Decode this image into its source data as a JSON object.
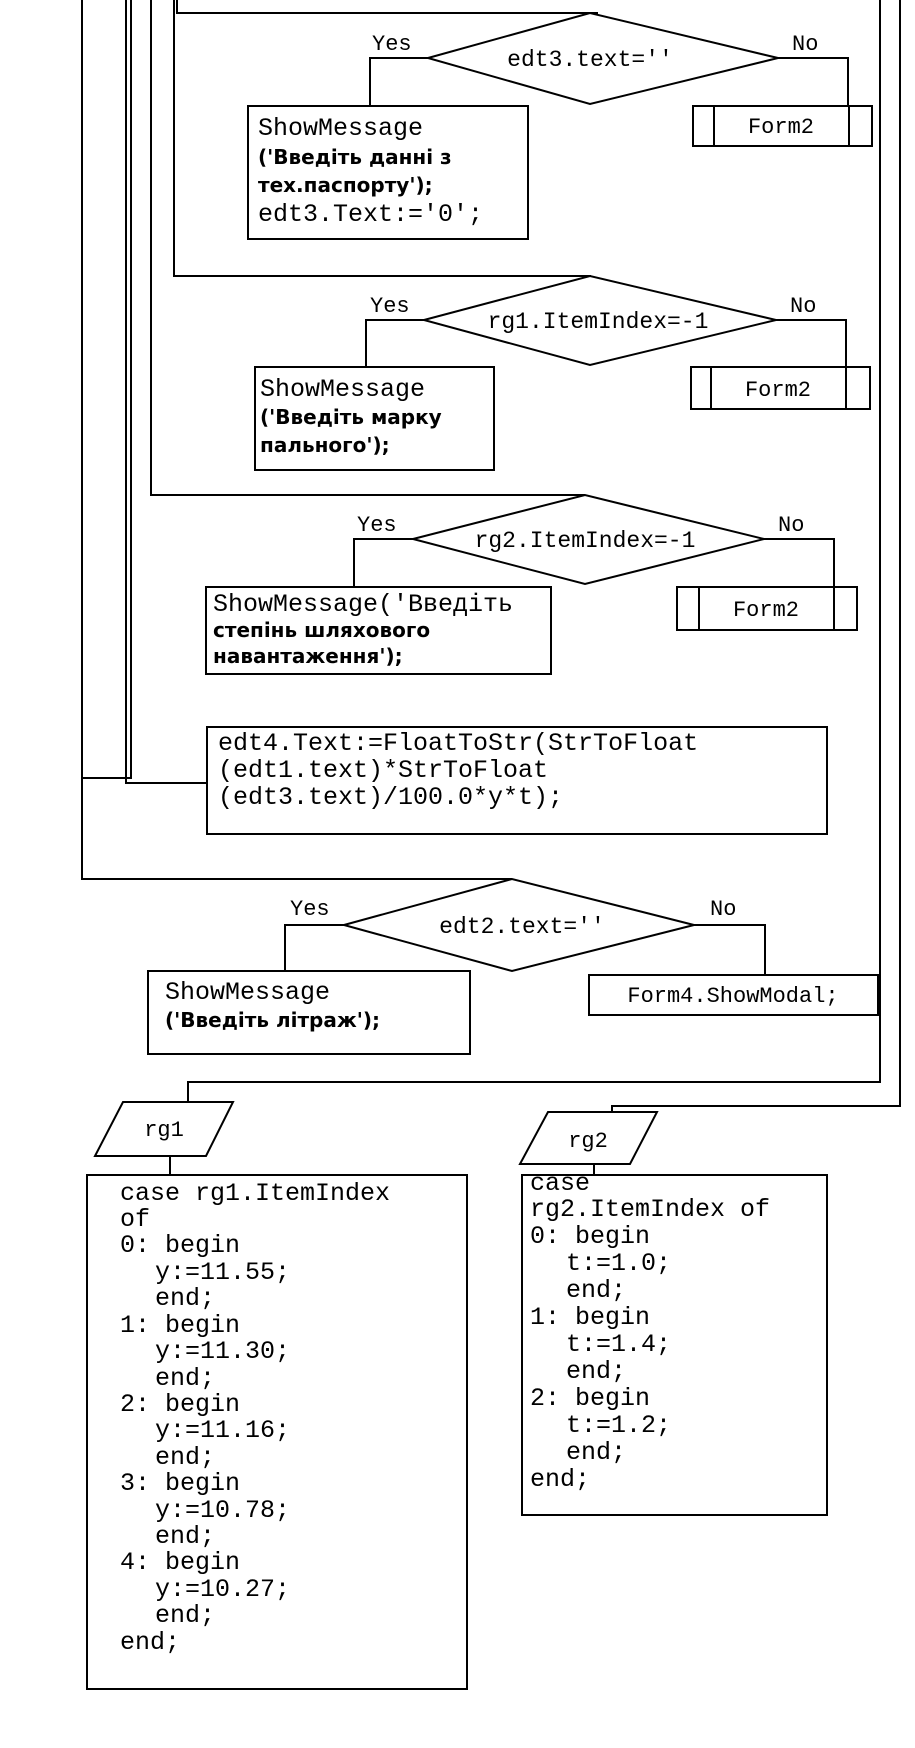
{
  "labels": {
    "yes": "Yes",
    "no": "No"
  },
  "decision1": {
    "condition": "edt3.text=''",
    "message_lines": [
      "ShowMessage",
      "('Введіть данні з",
      "тех.паспорту');",
      "edt3.Text:='0';"
    ],
    "no_action": "Form2"
  },
  "decision2": {
    "condition": "rg1.ItemIndex=-1",
    "message_lines": [
      "ShowMessage",
      "('Введіть марку",
      "пального');"
    ],
    "no_action": "Form2"
  },
  "decision3": {
    "condition": "rg2.ItemIndex=-1",
    "message_lines": [
      "ShowMessage('Введіть",
      "степінь шляхового",
      "навантаження');"
    ],
    "no_action": "Form2"
  },
  "compute": {
    "lines": [
      "edt4.Text:=FloatToStr(StrToFloat",
      "(edt1.text)*StrToFloat",
      "(edt3.text)/100.0*y*t);"
    ]
  },
  "decision4": {
    "condition": "edt2.text=''",
    "message_lines": [
      "ShowMessage",
      "('Введіть літраж');"
    ],
    "no_action": "Form4.ShowModal;"
  },
  "io1": {
    "label": "rg1"
  },
  "io2": {
    "label": "rg2"
  },
  "case1": {
    "lines": [
      "case rg1.ItemIndex",
      "of",
      "0: begin",
      "y:=11.55;",
      "end;",
      "1: begin",
      "y:=11.30;",
      "end;",
      "2: begin",
      "y:=11.16;",
      "end;",
      "3: begin",
      "y:=10.78;",
      "end;",
      "4: begin",
      "y:=10.27;",
      "end;",
      "end;"
    ]
  },
  "case2": {
    "lines": [
      "case",
      "rg2.ItemIndex of",
      "0: begin",
      "t:=1.0;",
      "end;",
      "1: begin",
      "t:=1.4;",
      "end;",
      "2: begin",
      "t:=1.2;",
      "end;",
      "end;"
    ]
  }
}
